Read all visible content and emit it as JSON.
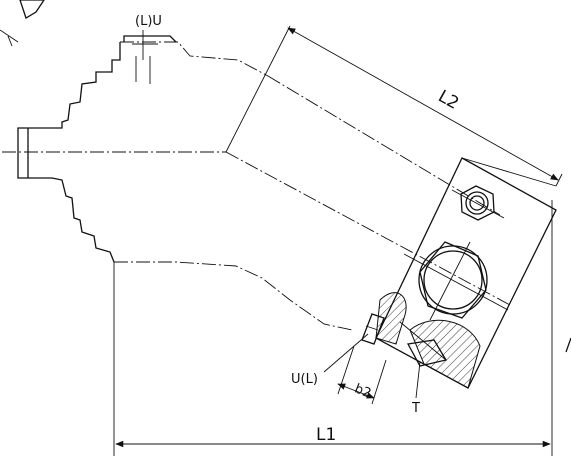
{
  "labels": {
    "port_top": "(L)U",
    "dim_L2": "L2",
    "dim_L1": "L1",
    "port_side": "U(L)",
    "dim_b2": "b2",
    "port_T": "T"
  },
  "colors": {
    "ink": "#111111",
    "paper": "#ffffff"
  }
}
